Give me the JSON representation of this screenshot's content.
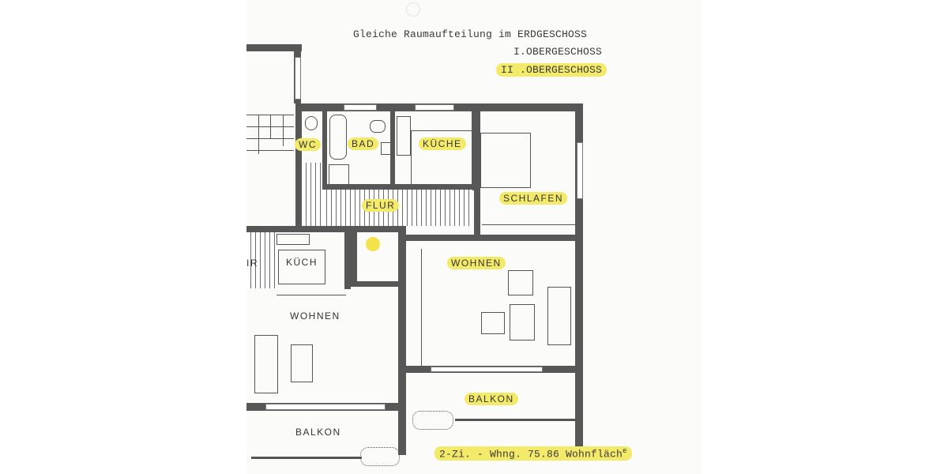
{
  "header": {
    "line1": "Gleiche Raumaufteilung im ERDGESCHOSS",
    "line2": "I.OBERGESCHOSS",
    "line3": "II .OBERGESCHOSS"
  },
  "rooms": {
    "wc": "WC",
    "bad": "BAD",
    "kueche": "KÜCHE",
    "schlafen": "SCHLAFEN",
    "flur": "FLUR",
    "kueche_left": "KÜCH",
    "flur_left": "IR",
    "wohnen_left": "WOHNEN",
    "wohnen_right": "WOHNEN",
    "balkon_right": "BALKON",
    "balkon_left": "BALKON"
  },
  "footer": {
    "summary": "2-Zi. - Whng. 75.86 Wohnfläch",
    "summary_superscript": "e"
  },
  "colors": {
    "highlight": "#f3ea6a",
    "wall": "#575757",
    "paper": "#fbfbfa"
  }
}
